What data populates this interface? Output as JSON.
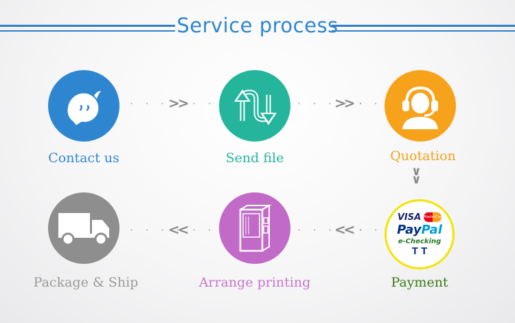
{
  "title": "Service process",
  "steps": [
    {
      "label": "Contact us",
      "icon": "chat-bubble-icon",
      "color": "#2f86d0",
      "label_color": "#2f86d0"
    },
    {
      "label": "Send file",
      "icon": "up-down-arrows-icon",
      "color": "#24b59c",
      "label_color": "#24b59c"
    },
    {
      "label": "Quotation",
      "icon": "support-agent-icon",
      "color": "#f7a21b",
      "label_color": "#f2a21c"
    },
    {
      "label": "Payment",
      "icon": "payment-methods-icon",
      "color": "#ffffff",
      "label_color": "#3c7a14"
    },
    {
      "label": "Arrange printing",
      "icon": "printer-machine-icon",
      "color": "#c16ac7",
      "label_color": "#c774cd"
    },
    {
      "label": "Package & Ship",
      "icon": "delivery-truck-icon",
      "color": "#8e8e8e",
      "label_color": "#9a9a9a"
    }
  ],
  "payment": {
    "visa": "VISA",
    "mastercard": "MasterCard",
    "paypal": "PayPal",
    "echecking": "e-Checking",
    "tt": "T T"
  },
  "connectors": {
    "forward": ">>",
    "backward": "<<",
    "down": "∨∨"
  }
}
